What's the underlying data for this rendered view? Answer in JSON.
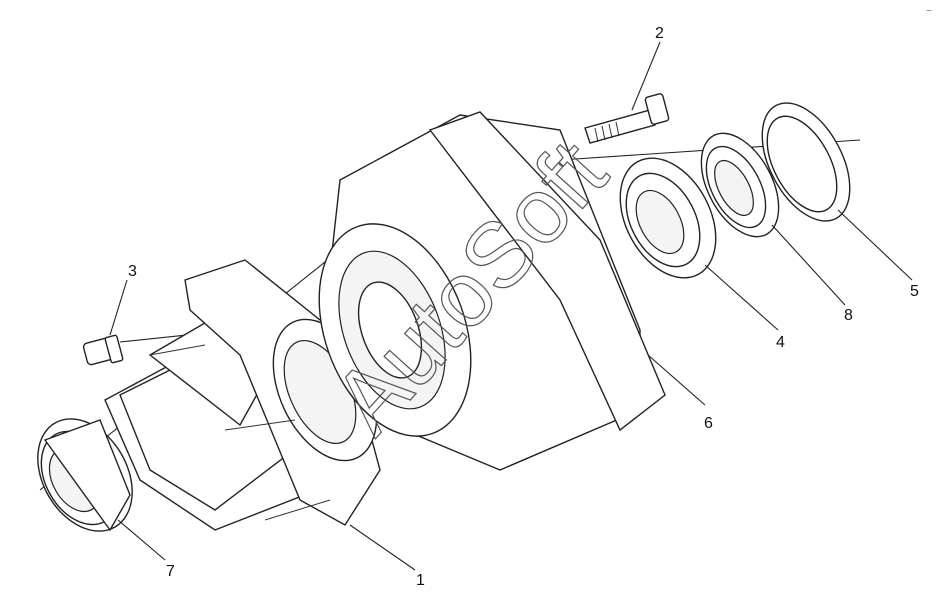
{
  "diagram": {
    "type": "exploded-view",
    "parts": [
      {
        "callout": "1",
        "part": "housing-flange"
      },
      {
        "callout": "2",
        "part": "bolt"
      },
      {
        "callout": "3",
        "part": "plug"
      },
      {
        "callout": "4",
        "part": "bearing"
      },
      {
        "callout": "5",
        "part": "seal-ring"
      },
      {
        "callout": "6",
        "part": "drum"
      },
      {
        "callout": "7",
        "part": "bearing-left"
      },
      {
        "callout": "8",
        "part": "seal"
      }
    ],
    "callouts": {
      "c1": "1",
      "c2": "2",
      "c3": "3",
      "c4": "4",
      "c5": "5",
      "c6": "6",
      "c7": "7",
      "c8": "8"
    },
    "watermark": "AutoSoft",
    "corner_mark": "~"
  }
}
